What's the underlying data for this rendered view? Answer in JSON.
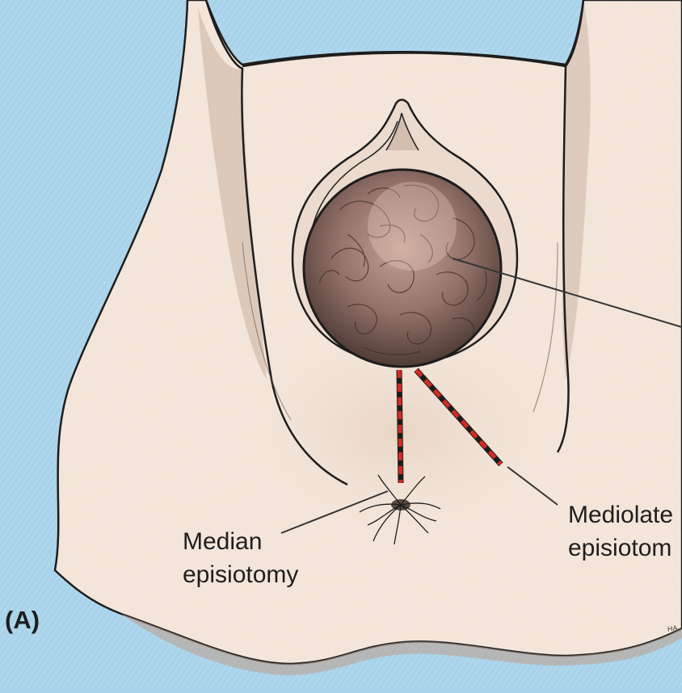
{
  "labels": {
    "median": [
      "Median",
      "episiotomy"
    ],
    "mediolateral": [
      "Mediolate",
      "episiotom"
    ],
    "panel": "(A)",
    "artist_mark": "HA"
  },
  "colors": {
    "background": "#a9d3ea",
    "skin": "#f5e7dc",
    "skin_shadow": "#c9b2a1",
    "head": "#8e6c60",
    "incision_red": "#d42a22",
    "incision_black": "#1b1b1b",
    "outline": "#1c1c1c"
  },
  "figure": {
    "incisions": [
      "median-episiotomy",
      "mediolateral-episiotomy"
    ]
  }
}
